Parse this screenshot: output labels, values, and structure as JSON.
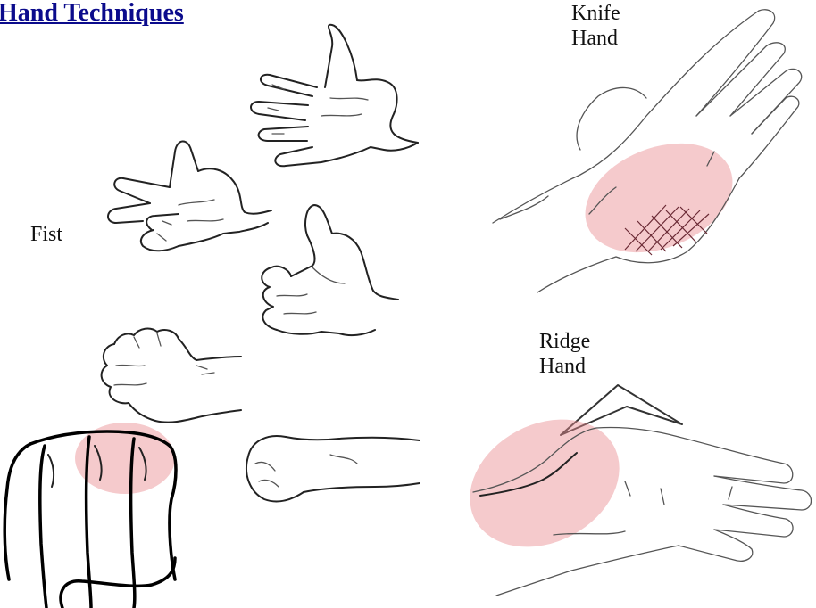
{
  "title": "Hand Techniques",
  "labels": {
    "fist": "Fist",
    "knife_hand": [
      "Knife",
      "Hand"
    ],
    "ridge_hand": [
      "Ridge",
      "Hand"
    ]
  },
  "colors": {
    "title": "#0b0b8c",
    "highlight": "#e98a8e",
    "line": "#222222"
  },
  "illustrations": [
    "open-hand-palm-icon",
    "half-curled-hand-icon",
    "curling-fingers-hand-icon",
    "front-fist-icon",
    "side-fist-icon",
    "large-fist-knuckles-icon",
    "knife-hand-icon",
    "ridge-hand-icon"
  ]
}
